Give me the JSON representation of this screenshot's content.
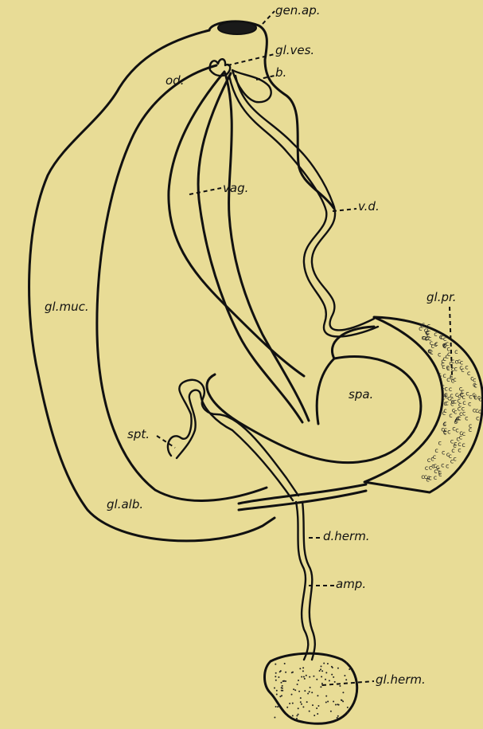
{
  "figure": {
    "background_color": "#e8dc96",
    "ink_color": "#111111",
    "labels": {
      "gen_ap": "gen.ap.",
      "gl_ves": "gl.ves.",
      "b": "b.",
      "od": "od.",
      "vag": "vag.",
      "v_d": "v.d.",
      "gl_muc": "gl.muc.",
      "gl_pr": "gl.pr.",
      "spa": "spa.",
      "spt": "spt.",
      "gl_alb": "gl.alb.",
      "d_herm": "d.herm.",
      "amp": "amp.",
      "gl_herm": "gl.herm."
    }
  }
}
